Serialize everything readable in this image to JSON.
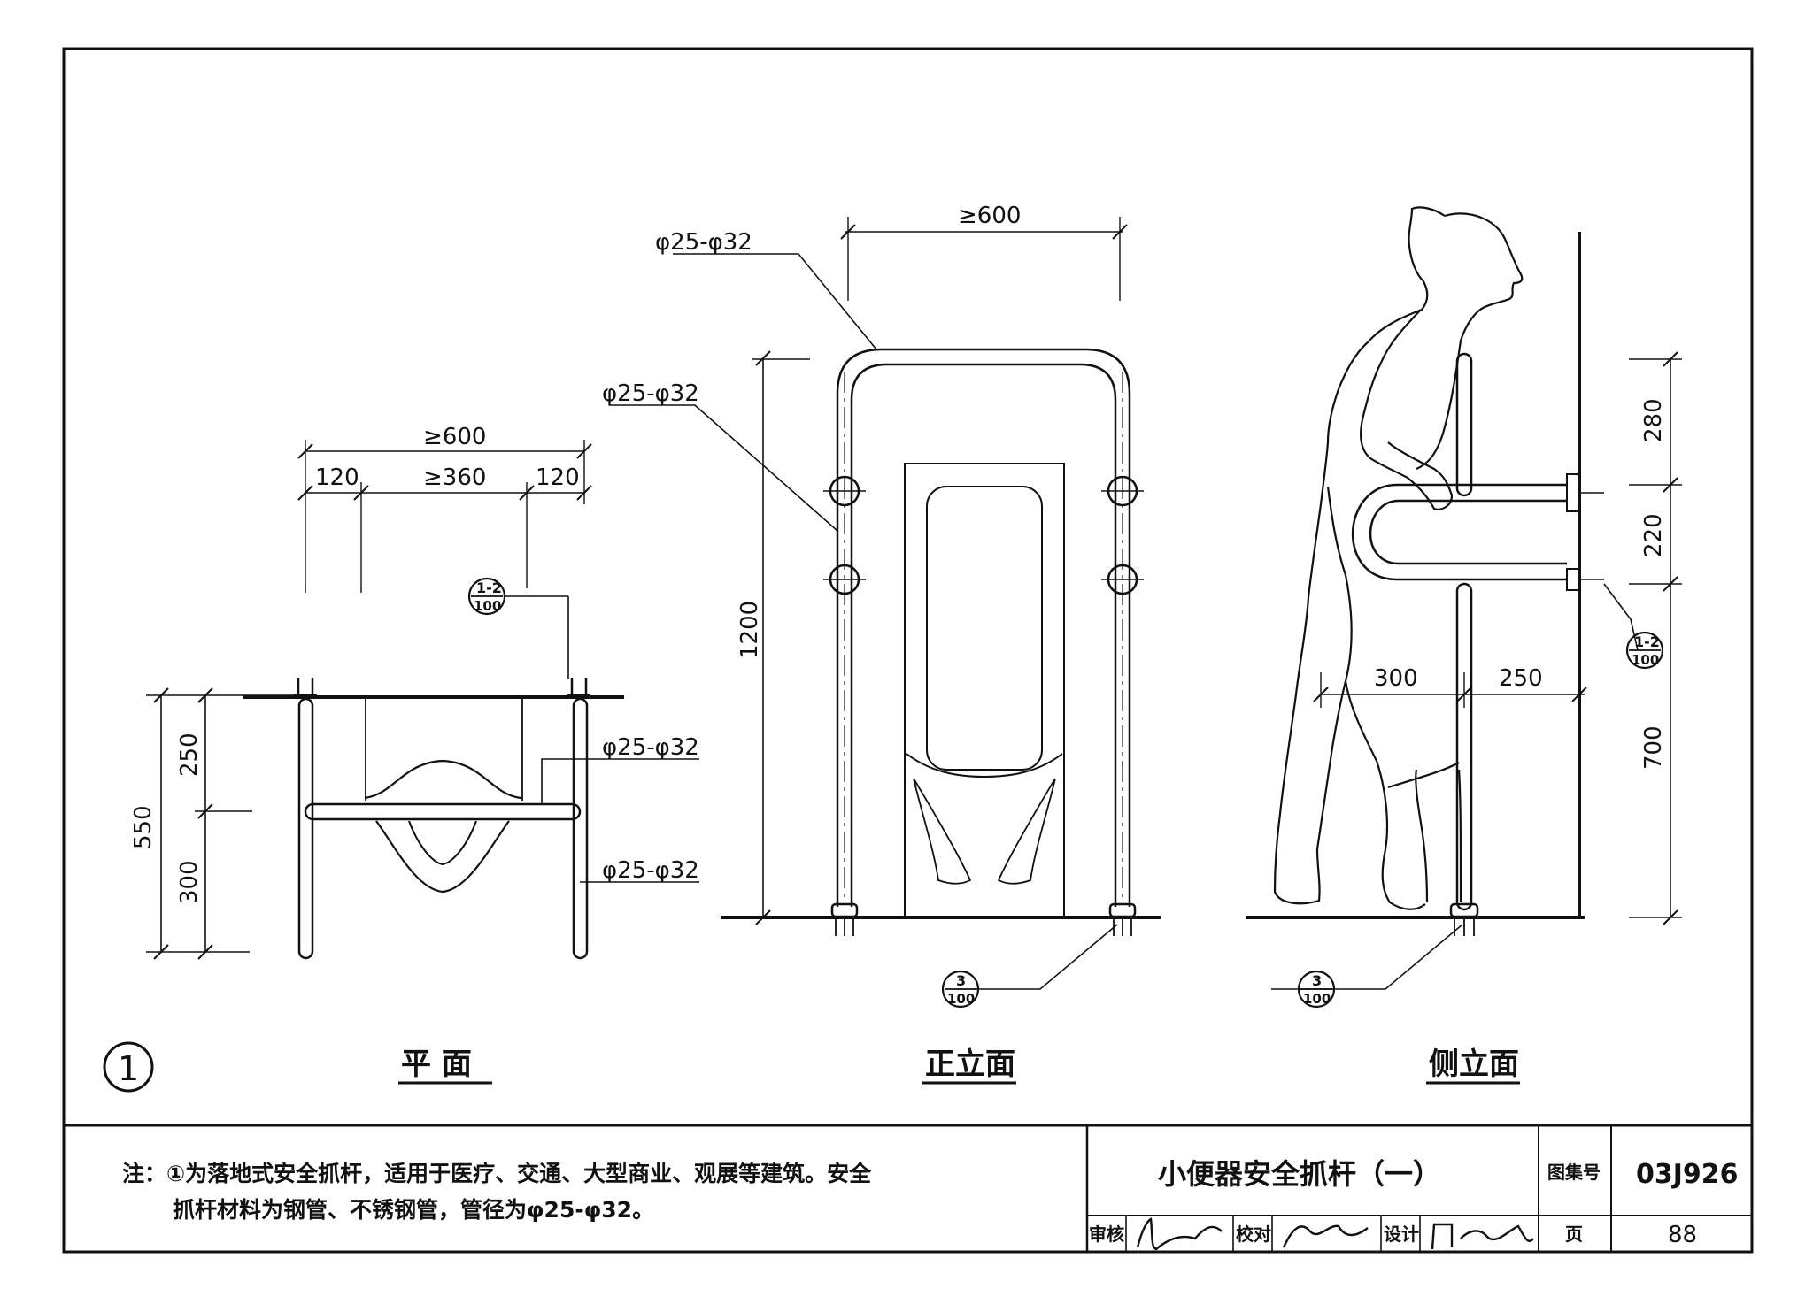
{
  "views": {
    "plan": {
      "title": "平 面",
      "dims": {
        "total": "≥600",
        "side_left": "120",
        "middle": "≥360",
        "side_right": "120",
        "depth_total": "550",
        "depth_top": "250",
        "depth_bottom": "300"
      },
      "labels": {
        "pipe_upper": "φ25-φ32",
        "pipe_lower": "φ25-φ32"
      },
      "detail_ref": {
        "top": "1-2",
        "bottom": "100"
      }
    },
    "front": {
      "title": "正立面",
      "dims": {
        "width": "≥600",
        "height": "1200"
      },
      "labels": {
        "pipe_top": "φ25-φ32",
        "pipe_mid": "φ25-φ32"
      },
      "detail_ref": {
        "top": "3",
        "bottom": "100"
      }
    },
    "side": {
      "title": "侧立面",
      "dims": {
        "upper": "280",
        "middle": "220",
        "lower": "700",
        "reach_left": "300",
        "reach_right": "250"
      },
      "detail_ref_wall": {
        "top": "1-2",
        "bottom": "100"
      },
      "detail_ref_floor": {
        "top": "3",
        "bottom": "100"
      }
    }
  },
  "detail_number": "1",
  "notes": {
    "line1": "注：①为落地式安全抓杆，适用于医疗、交通、大型商业、观展等建筑。安全",
    "line2": "抓杆材料为钢管、不锈钢管，管径为φ25-φ32。"
  },
  "title_block": {
    "title": "小便器安全抓杆（一）",
    "atlas_label": "图集号",
    "atlas_no": "03J926",
    "review_label": "审核",
    "check_label": "校对",
    "design_label": "设计",
    "page_label": "页",
    "page_no": "88"
  }
}
